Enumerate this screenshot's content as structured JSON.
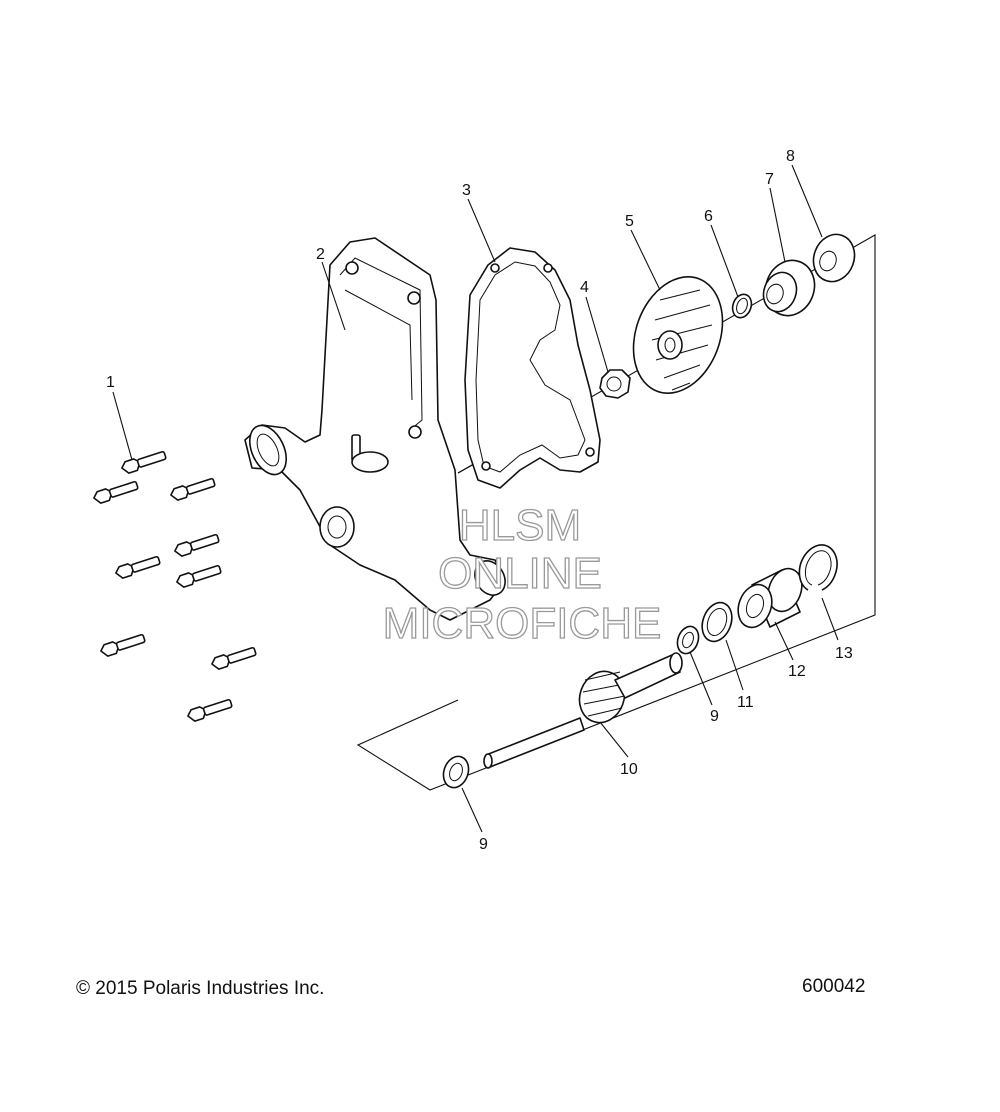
{
  "callouts": {
    "c1": "1",
    "c2": "2",
    "c3": "3",
    "c4": "4",
    "c5": "5",
    "c6": "6",
    "c7": "7",
    "c8": "8",
    "c9a": "9",
    "c9b": "9",
    "c10": "10",
    "c11": "11",
    "c12": "12",
    "c13": "13"
  },
  "watermark": {
    "line1": "HLSM",
    "line2": "ONLINE",
    "line3": "MICROFICHE"
  },
  "footer": {
    "copyright": "© 2015 Polaris Industries Inc.",
    "diagram_number": "600042"
  }
}
